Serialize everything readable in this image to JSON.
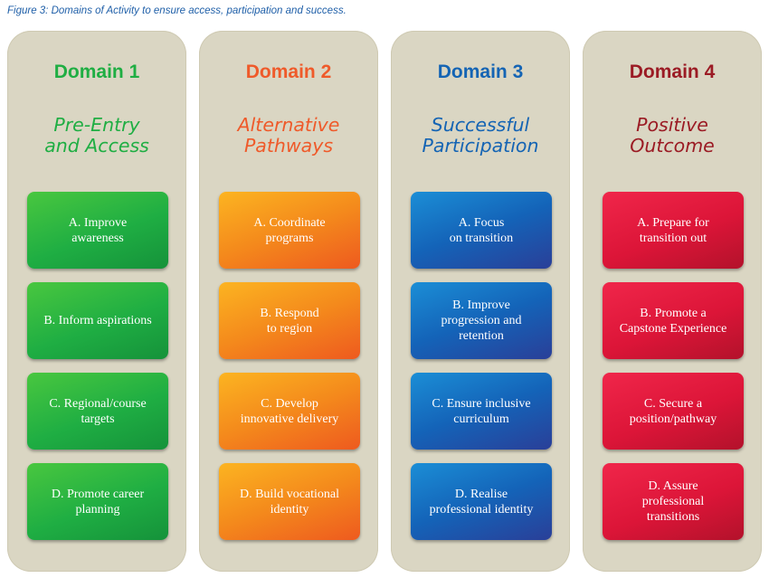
{
  "caption": "Figure 3:  Domains of Activity to ensure access, participation and success.",
  "colors": {
    "domain1": "#1fae43",
    "domain2": "#ef5a2a",
    "domain3": "#1464b4",
    "domain4": "#9b1b24",
    "panel": "#dad6c3"
  },
  "domains": [
    {
      "title": "Domain 1",
      "subtitle": [
        "Pre-Entry",
        "and Access"
      ],
      "items": [
        [
          "A. Improve",
          "awareness"
        ],
        [
          "B. Inform aspirations"
        ],
        [
          "C. Regional/course",
          "targets"
        ],
        [
          "D. Promote career",
          "planning"
        ]
      ]
    },
    {
      "title": "Domain 2",
      "subtitle": [
        "Alternative",
        "Pathways"
      ],
      "items": [
        [
          "A. Coordinate",
          "programs"
        ],
        [
          "B. Respond",
          "to region"
        ],
        [
          "C. Develop",
          "innovative delivery"
        ],
        [
          "D. Build vocational",
          "identity"
        ]
      ]
    },
    {
      "title": "Domain 3",
      "subtitle": [
        "Successful",
        "Participation"
      ],
      "items": [
        [
          "A. Focus",
          "on transition"
        ],
        [
          "B. Improve",
          "progression and",
          "retention"
        ],
        [
          "C. Ensure inclusive",
          "curriculum"
        ],
        [
          "D. Realise",
          "professional identity"
        ]
      ]
    },
    {
      "title": "Domain 4",
      "subtitle": [
        "Positive",
        "Outcome"
      ],
      "items": [
        [
          "A. Prepare for",
          "transition out"
        ],
        [
          "B. Promote a",
          "Capstone Experience"
        ],
        [
          "C. Secure a",
          "position/pathway"
        ],
        [
          "D. Assure",
          "professional",
          "transitions"
        ]
      ]
    }
  ]
}
